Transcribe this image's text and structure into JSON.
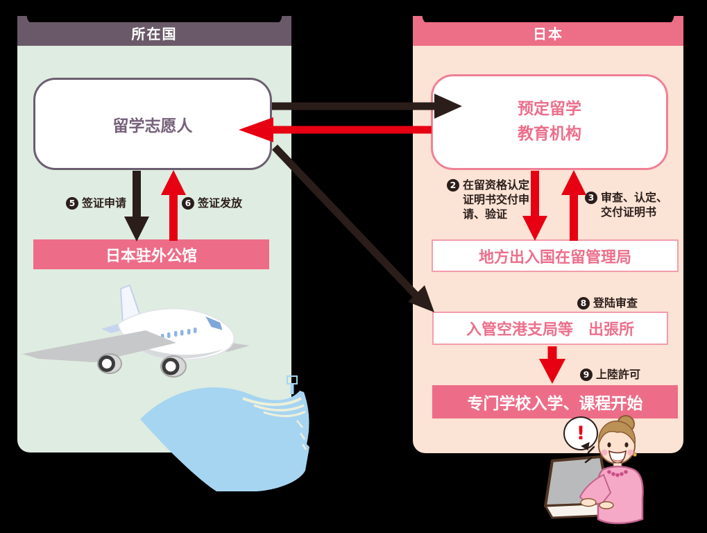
{
  "colors": {
    "background": "#000000",
    "left_header": "#6a5a69",
    "left_panel_bg": "#dfece1",
    "purple_border": "#6b5d70",
    "purple_text": "#75607a",
    "right_header": "#ec6e87",
    "right_panel_bg": "#fbe3d5",
    "pink_fill": "#ed6d88",
    "pink_border": "#ef8096",
    "arrow_red": "#e60012",
    "arrow_black": "#2a1d1a",
    "ship_blue": "#a6d5f1"
  },
  "left_panel": {
    "header": "所在国",
    "applicant_box": "留学志愿人",
    "embassy_box": "日本驻外公馆",
    "labels": {
      "visa_apply": {
        "badge": "5",
        "text": "签证申请"
      },
      "visa_issue": {
        "badge": "6",
        "text": "签证发放"
      }
    }
  },
  "right_panel": {
    "header": "日本",
    "school_box": "预定留学\n教育机构",
    "immigration_box": "地方出入国在留管理局",
    "airport_box": "入管空港支局等　出張所",
    "enroll_box": "专门学校入学、课程开始",
    "labels": {
      "coe_apply": {
        "badge": "2",
        "text": "在留资格认定\n证明书交付申\n请、验证"
      },
      "coe_issue": {
        "badge": "3",
        "text": "审查、认定、\n交付证明书"
      },
      "landing_exam": {
        "badge": "8",
        "text": "登陆审查"
      },
      "landing_permit": {
        "badge": "9",
        "text": "上陸許可"
      }
    }
  },
  "illustrations": {
    "speech_bubble_text": "!"
  }
}
